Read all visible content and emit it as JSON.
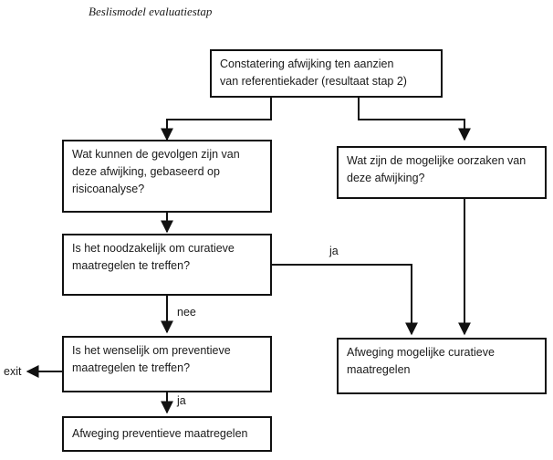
{
  "title": "Beslismodel evaluatiestap",
  "nodes": {
    "start": "Constatering afwijking ten aanzien\nvan referentiekader (resultaat stap 2)",
    "gevolgen": "Wat kunnen de gevolgen zijn van\ndeze afwijking, gebaseerd op\nrisicoanalyse?",
    "oorzaken": "Wat zijn de mogelijke oorzaken van\ndeze afwijking?",
    "noodzakelijk": "Is het noodzakelijk om curatieve\nmaatregelen te treffen?",
    "wenselijk": "Is het wenselijk om preventieve\nmaatregelen te treffen?",
    "curatief": "Afweging mogelijke curatieve\nmaatregelen",
    "preventief": "Afweging preventieve maatregelen"
  },
  "edge_labels": {
    "yes_curative": "ja",
    "no": "nee",
    "yes_preventive": "ja",
    "exit": "exit"
  }
}
